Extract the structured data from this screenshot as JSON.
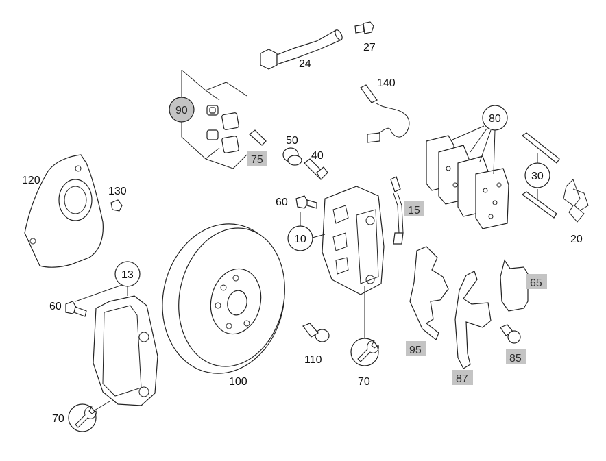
{
  "labels": {
    "p24": "24",
    "p27": "27",
    "p140": "140",
    "p90": "90",
    "p50": "50",
    "p40": "40",
    "p75": "75",
    "p80": "80",
    "p30": "30",
    "p20": "20",
    "p120": "120",
    "p130": "130",
    "p60a": "60",
    "p15": "15",
    "p10": "10",
    "p13": "13",
    "p60b": "60",
    "p65": "65",
    "p95": "95",
    "p85": "85",
    "p87": "87",
    "p100": "100",
    "p110": "110",
    "p70a": "70",
    "p70b": "70"
  },
  "colors": {
    "line": "#222222",
    "highlight_box": "#c4c4c4",
    "background": "#ffffff"
  },
  "icons": {
    "wrench_a": "wrench-icon",
    "wrench_b": "wrench-icon"
  }
}
